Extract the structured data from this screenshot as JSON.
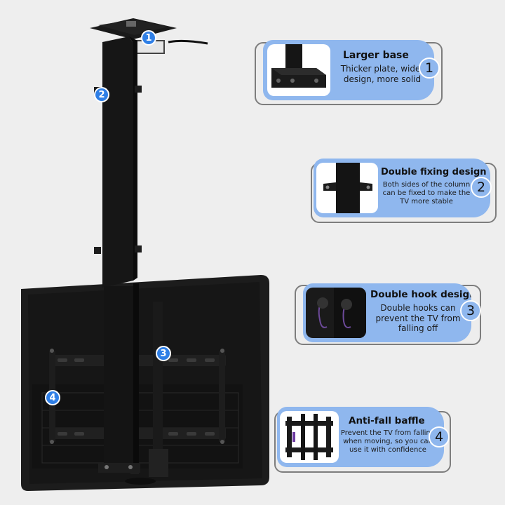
{
  "product": {
    "markers": [
      "1",
      "2",
      "3",
      "4"
    ]
  },
  "features": [
    {
      "number": "1",
      "title": "Larger base",
      "desc": [
        "Thicker plate, wider",
        "design, more solid"
      ]
    },
    {
      "number": "2",
      "title": "Double fixing design",
      "desc": [
        "Both sides of the column",
        "can be fixed to make the",
        "TV more stable"
      ]
    },
    {
      "number": "3",
      "title": "Double hook design",
      "desc": [
        "Double hooks can",
        "prevent the TV from",
        "falling off"
      ]
    },
    {
      "number": "4",
      "title": "Anti-fall baffle",
      "desc": [
        "Prevent the TV from falling",
        "when moving, so you can",
        "use it with confidence"
      ]
    }
  ],
  "colors": {
    "card_fill": "#8fb7ee",
    "marker": "#2f7fe6",
    "mount": "#141414"
  }
}
